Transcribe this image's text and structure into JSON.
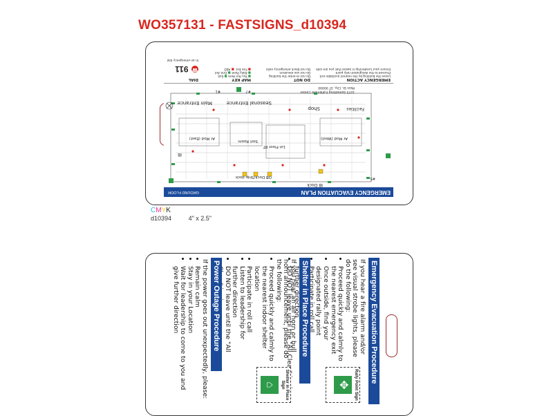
{
  "job": {
    "title": "WO357131 - FASTSIGNS_d10394"
  },
  "proof": {
    "cmyk": {
      "c": "C",
      "m": "M",
      "y": "Y",
      "k": "K",
      "c_color": "#27b5e8",
      "m_color": "#e6308a",
      "y_color": "#f2d21a",
      "k_color": "#222222"
    },
    "code": "d10394",
    "size": "4\" x 2.5\""
  },
  "front": {
    "banner_title": "EMERGENCY EVACUATION PLAN",
    "floor": "GROUND FLOOR",
    "address_lines": [
      "1075 Something Fulfillment Center",
      "Main St, City, ST 00000"
    ],
    "map_labels": {
      "main_entrance": "Main Entrance",
      "seasonal_entrance": "Seasonal Entrance",
      "shop": "Shop",
      "facilities": "Facilities",
      "ib_dock": "IB Dock",
      "ob_dock": "OB Dock/Ship dock",
      "ar_mod_east": "Ar Mod (East)",
      "ar_mod_west": "Ar Mod (West)",
      "sort_room": "Sort Room",
      "first_floor_rt": "1st Floor RT",
      "rp1": "#1",
      "rp7": "#7",
      "rp5": "#5",
      "ib_label": "IB"
    },
    "panel": {
      "do_not_title": "DO NOT",
      "map_key_title": "MAP KEY",
      "emergency_action_title": "EMERGENCY ACTION",
      "emergency_actions": [
        "Leave the building by the nearest available exit",
        "Proceed to the designated rally point",
        "Ensure your Leadership is aware that you are safe"
      ],
      "do_not_items": [
        "Do not re-enter the building",
        "Do not use elevators",
        "Do not block emergency exits"
      ],
      "key_items": [
        "You Are Here",
        "Exit",
        "Rally Point",
        "First Aid",
        "Fire Ext.",
        "AED"
      ],
      "dial_label": "DIAL",
      "dial_number": "911",
      "dial_note": "In an emergency dial"
    }
  },
  "back": {
    "evacuation": {
      "title": "Emergency Evacuation Procedure",
      "intro": "If you hear a fire alarm and/or see visual strobe lights, please do the following:",
      "steps": [
        "Proceed quickly and calmly to the nearest emergency exit",
        "Once outside, find your designated rally point",
        "Participate in roll call",
        "Listen to leadership for further direction",
        "DO NOT leave until the \"All Clear\" is given"
      ],
      "sign_label": "Rally Point Sign"
    },
    "shelter": {
      "title": "Shelter in Place Procedure",
      "intro": "If you hear an air horn or bull horn announcement, please do the following:",
      "steps": [
        "Proceed quickly and calmly to the nearest indoor shelter location",
        "Participate in roll call",
        "Listen to leadership for further direction",
        "DO NOT leave until the \"All Clear\" is given"
      ],
      "sign_label": "Shelter in Place Sign"
    },
    "power": {
      "title": "Power Outage Procedure",
      "intro": "If the power goes out unexpectedly, please:",
      "steps": [
        "Remain calm",
        "Stay in your Location",
        "Wait for leadership to come to you and give further direction"
      ]
    }
  },
  "colors": {
    "brand_blue": "#1b4a9a",
    "title_red": "#d7261e",
    "exit_green": "#2e9b4a",
    "slot_red": "#9b2b2b"
  }
}
